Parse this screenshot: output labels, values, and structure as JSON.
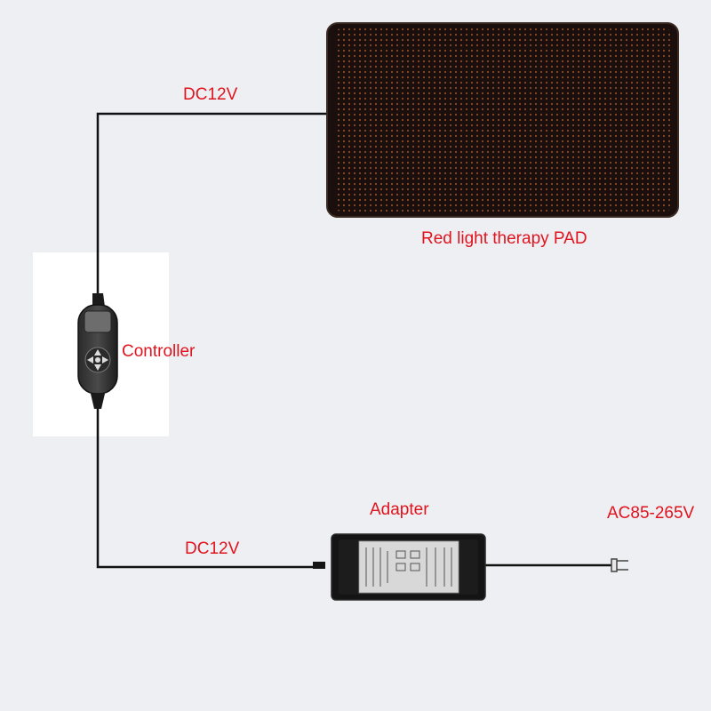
{
  "labels": {
    "dc_top": "DC12V",
    "pad": "Red light therapy PAD",
    "controller": "Controller",
    "adapter": "Adapter",
    "ac_input": "AC85-265V",
    "dc_bottom": "DC12V"
  },
  "colors": {
    "label": "#e0141e",
    "wire": "#111111",
    "background": "#eeeff3"
  }
}
